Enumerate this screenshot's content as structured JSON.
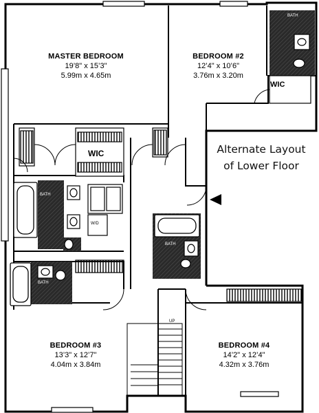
{
  "rooms": {
    "master": {
      "name": "MASTER BEDROOM",
      "imperial": "19’8\" x 15’3\"",
      "metric": "5.99m x 4.65m"
    },
    "bedroom2": {
      "name": "BEDROOM #2",
      "imperial": "12’4\" x 10’6\"",
      "metric": "3.76m x 3.20m"
    },
    "bedroom3": {
      "name": "BEDROOM #3",
      "imperial": "13’3\" x 12’7\"",
      "metric": "4.04m x 3.84m"
    },
    "bedroom4": {
      "name": "BEDROOM #4",
      "imperial": "14’2\" x 12’4\"",
      "metric": "4.32m x 3.76m"
    }
  },
  "closets": {
    "wic_master": "WIC",
    "wic_bedroom2": "WIC"
  },
  "fixtures": {
    "bath": "BATH",
    "wd": "W/D",
    "up": "UP"
  },
  "caption": {
    "line1": "Alternate Layout",
    "line2": "of Lower Floor"
  }
}
